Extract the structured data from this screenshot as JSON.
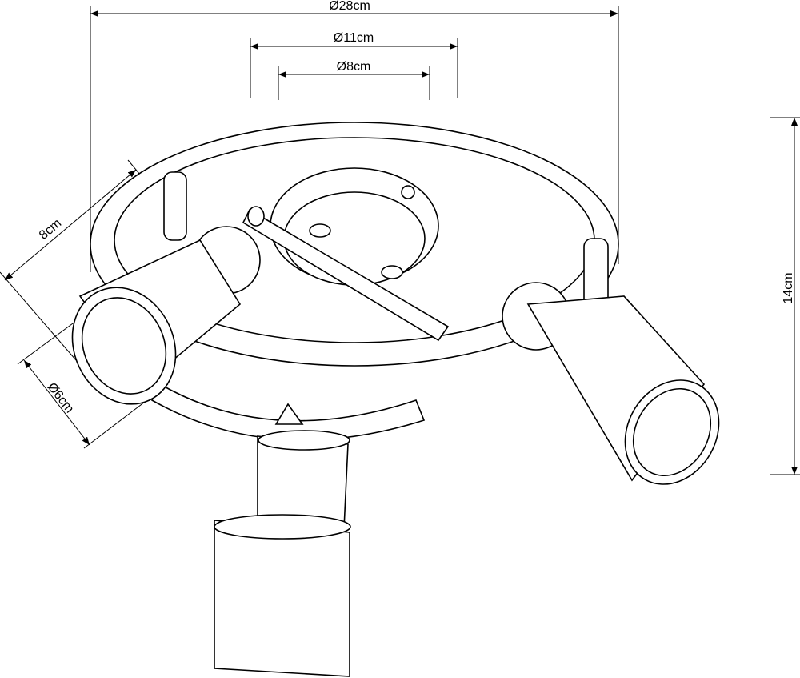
{
  "dimensions": {
    "overall_diameter": "Ø28cm",
    "canopy_outer_diameter": "Ø11cm",
    "canopy_inner_diameter": "Ø8cm",
    "spot_length": "8cm",
    "spot_diameter": "Ø6cm",
    "height": "14cm"
  },
  "colors": {
    "line": "#000000",
    "background": "#ffffff"
  }
}
